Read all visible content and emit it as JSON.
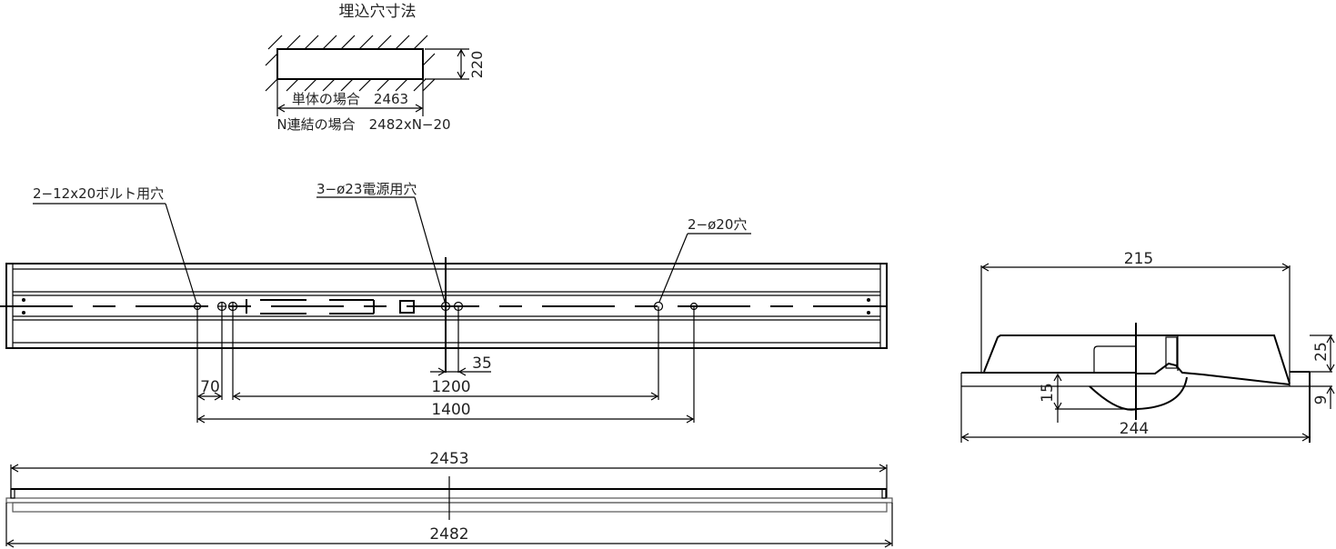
{
  "cutout": {
    "title": "埋込穴寸法",
    "height_dim": "220",
    "single_label": "単体の場合　2463",
    "n_label": "N連結の場合　2482xN−20"
  },
  "callouts": {
    "bolt_holes": "2−12x20ボルト用穴",
    "power_holes": "3−ø23電源用穴",
    "holes_20": "2−ø20穴"
  },
  "plan_dims": {
    "d35": "35",
    "d70": "70",
    "d1200": "1200",
    "d1400": "1400"
  },
  "side_dims": {
    "d2453": "2453",
    "d2482": "2482"
  },
  "section_dims": {
    "d215": "215",
    "d244": "244",
    "d25": "25",
    "d9": "9",
    "d15": "15"
  },
  "colors": {
    "line": "#000000",
    "text": "#222222",
    "background": "#ffffff"
  }
}
